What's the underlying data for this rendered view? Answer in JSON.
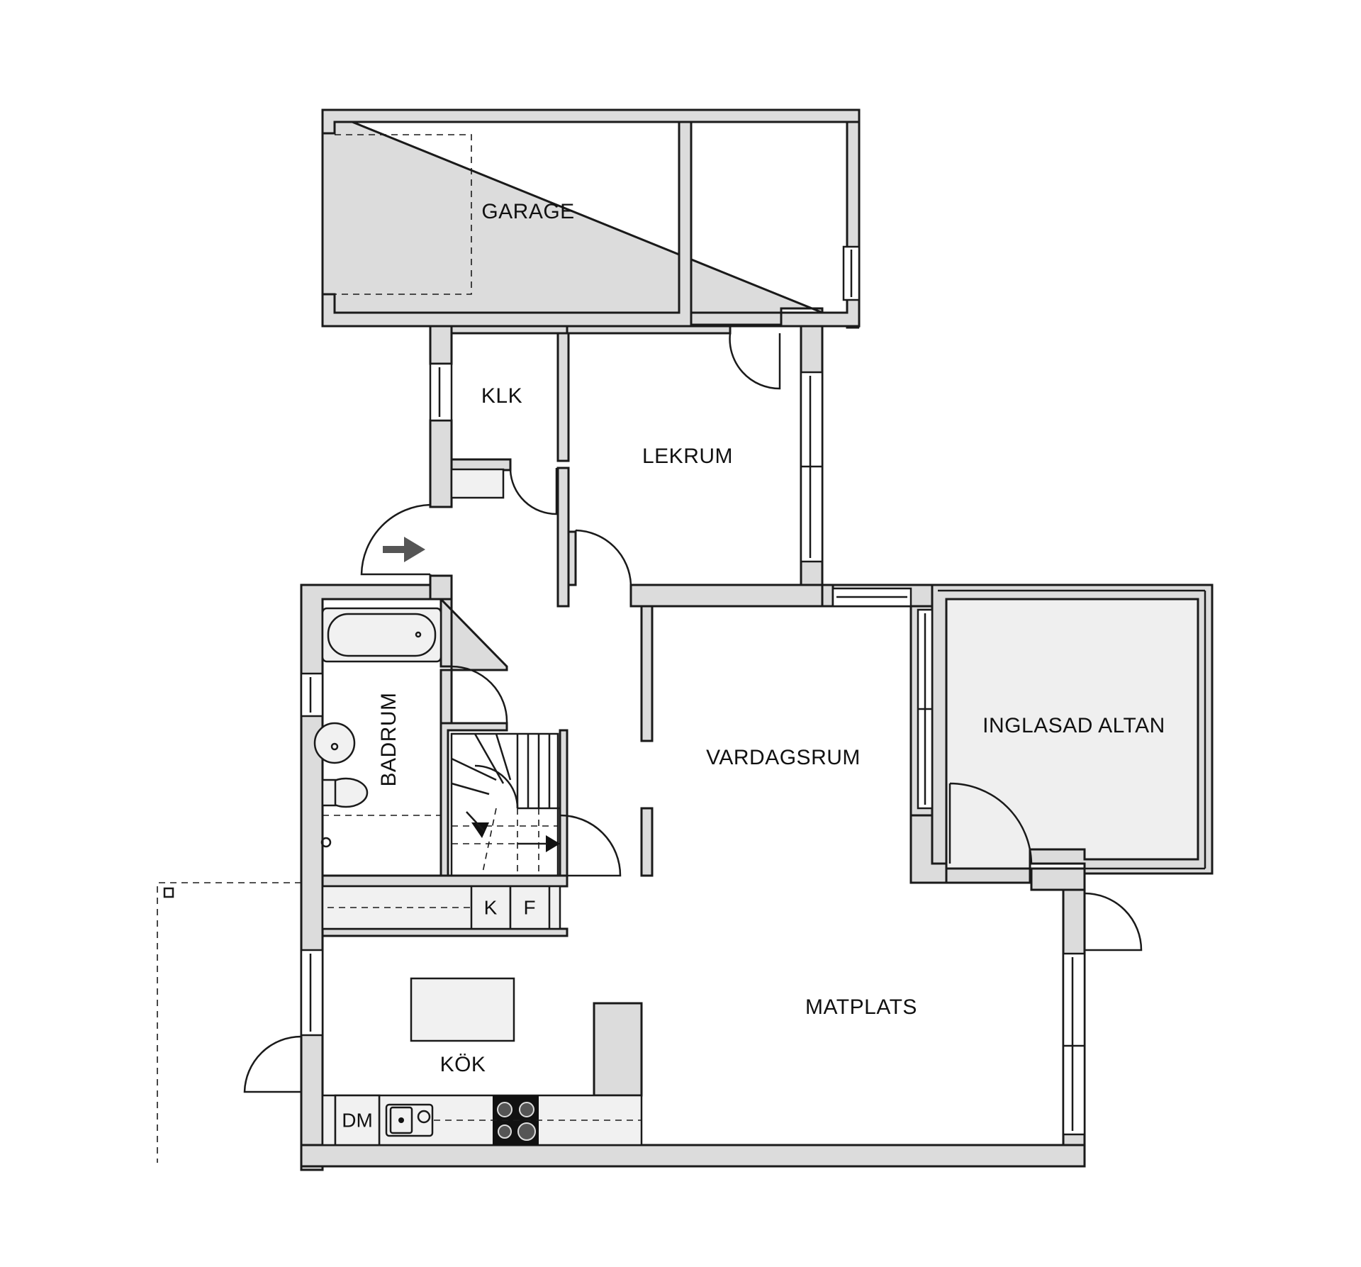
{
  "rooms": {
    "garage": "GARAGE",
    "klk": "KLK",
    "lekrum": "LEKRUM",
    "badrum": "BADRUM",
    "vardagsrum": "VARDAGSRUM",
    "inglasad_altan": "INGLASAD ALTAN",
    "matplats": "MATPLATS",
    "kok": "KÖK"
  },
  "appliances": {
    "kyl": "K",
    "frys": "F",
    "diskmaskin": "DM"
  },
  "icons": {
    "entrance": "entrance-arrow-icon",
    "stair_direction": "stair-arrow-icon"
  },
  "colors": {
    "wall_fill": "#dcdcdc",
    "line": "#1a1a1a",
    "veranda_fill": "#efefef",
    "background": "#ffffff"
  }
}
